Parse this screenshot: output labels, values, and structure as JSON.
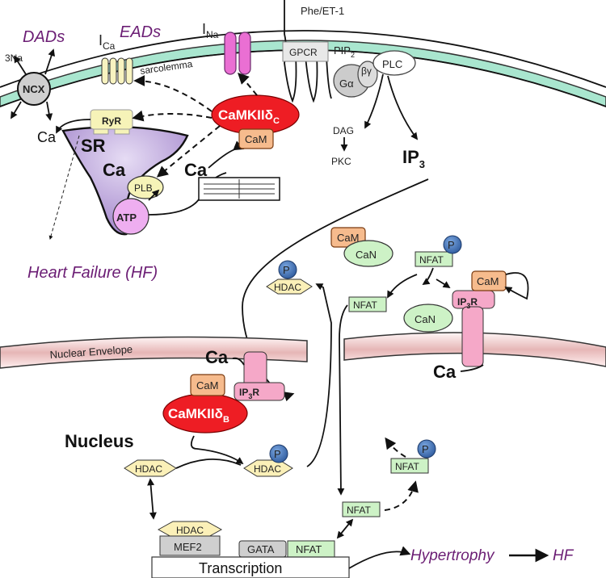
{
  "labels": {
    "phe_et1": "Phe/ET-1",
    "gpcr": "GPCR",
    "pip2": "PIP",
    "pip2_sub": "2",
    "beta_gamma": "βγ",
    "g_alpha": "Gα",
    "plc": "PLC",
    "dag": "DAG",
    "pkc": "PKC",
    "ip3": "IP",
    "ip3_sub": "3",
    "sarcolemma": "sarcolemma",
    "dads": "DADs",
    "eads": "EADs",
    "na3": "3Na",
    "ncx": "NCX",
    "i_ca": "I",
    "i_ca_sub": "Ca",
    "i_na": "I",
    "i_na_sub": "Na",
    "ca": "Ca",
    "ryr": "RyR",
    "sr": "SR",
    "sr_ca": "Ca",
    "plb": "PLB",
    "atp": "ATP",
    "camkii_c": "CaMKIIδ",
    "camkii_c_sub": "C",
    "cam": "CaM",
    "cyto_ca": "Ca",
    "heart_failure": "Heart Failure (HF)",
    "can": "CaN",
    "nfat": "NFAT",
    "p": "P",
    "hdac": "HDAC",
    "ip3r": "IP",
    "ip3r_sub": "3",
    "ip3r_r": "R",
    "nuclear_envelope": "Nuclear Envelope",
    "nucleus": "Nucleus",
    "camkii_b": "CaMKIIδ",
    "camkii_b_sub": "B",
    "mef2": "MEF2",
    "gata": "GATA",
    "transcription": "Transcription",
    "hypertrophy": "Hypertrophy",
    "hf": "HF"
  },
  "colors": {
    "membrane": "#9fe3c9",
    "nuclear_envelope": "#e6b6b6",
    "camkii": "#ee1d24",
    "cam": "#f6bb8d",
    "can": "#cdf2c6",
    "nfat": "#cdf2c6",
    "hdac": "#fbf0b8",
    "phospho": "#3e6fb5",
    "sr": "#b59ad6",
    "atp": "#eeaef0",
    "ryr": "#f6f3b8",
    "ip3r": "#f5a8c8",
    "inna": "#ea6fd3",
    "purple_text": "#6b1d74"
  }
}
